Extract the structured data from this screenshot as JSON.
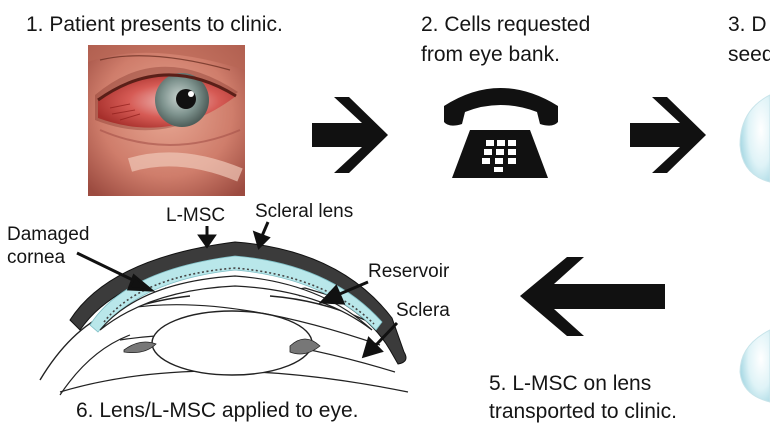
{
  "steps": [
    {
      "text": "1. Patient presents to clinic."
    },
    {
      "line1": "2. Cells requested",
      "line2": "from eye bank."
    },
    {
      "line1": "3. D",
      "line2": "seed"
    },
    {
      "line1": "5. L-MSC on lens",
      "line2": "transported to clinic."
    },
    {
      "text": "6. Lens/L-MSC applied to eye."
    }
  ],
  "diagram_labels": {
    "l_msc": "L-MSC",
    "scleral_lens": "Scleral lens",
    "damaged_cornea_line1": "Damaged",
    "damaged_cornea_line2": "cornea",
    "reservoir": "Reservoir",
    "sclera": "Sclera"
  },
  "colors": {
    "lens_fill": "#b9e7ea",
    "arrow": "#111111",
    "eye_redness": "#c23a36"
  },
  "icons": [
    "eye-photo",
    "telephone-icon",
    "contact-lens-icon",
    "right-arrow-icon",
    "left-arrow-icon"
  ]
}
